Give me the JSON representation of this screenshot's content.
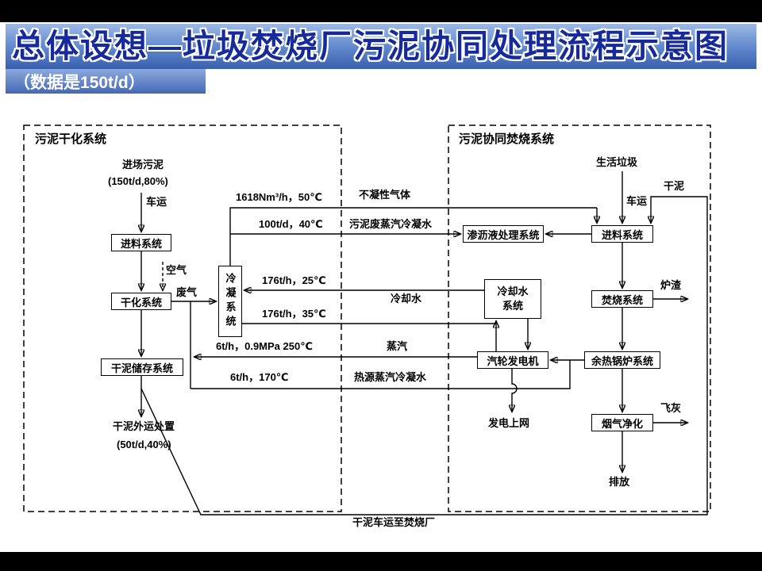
{
  "slide": {
    "title": "总体设想—垃圾焚烧厂污泥协同处理流程示意图",
    "subtitle": "（数据是150t/d）"
  },
  "diagram": {
    "left": {
      "title": "污泥干化系统",
      "incoming": "进场污泥",
      "incoming_spec": "(150t/d,80%)",
      "truck": "车运",
      "feed_system": "进料系统",
      "air": "空气",
      "dryer": "干化系统",
      "waste_gas": "废气",
      "condenser": "冷凝系统",
      "storage": "干泥储存系统",
      "disposal": "干泥外运处置",
      "disposal_spec": "(50t/d,40%)"
    },
    "right": {
      "title": "污泥协同焚烧系统",
      "domestic_waste": "生活垃圾",
      "dry_sludge": "干泥",
      "truck": "车运",
      "feed_system": "进料系统",
      "incinerator": "焚烧系统",
      "slag": "炉渣",
      "boiler": "余热锅炉系统",
      "flue_gas_cleaning": "烟气净化",
      "fly_ash": "飞灰",
      "emission": "排放"
    },
    "middle": {
      "leachate": "渗沥液处理系统",
      "cooling_system": "冷却水系统",
      "turbine": "汽轮发电机",
      "grid": "发电上网",
      "ncg": "不凝性气体",
      "ncg_spec": "1618Nm³/h，50℃",
      "ssc": "污泥废蒸汽冷凝水",
      "ssc_spec": "100t/d，40℃",
      "cooling_water": "冷却水",
      "cw_supply_spec": "176t/h，25℃",
      "cw_return_spec": "176t/h，35℃",
      "steam": "蒸汽",
      "steam_spec": "6t/h，0.9MPa 250℃",
      "hsc": "热源蒸汽冷凝水",
      "hsc_spec": "6t/h，170℃",
      "bottom_route": "干泥车运至焚烧厂"
    }
  }
}
